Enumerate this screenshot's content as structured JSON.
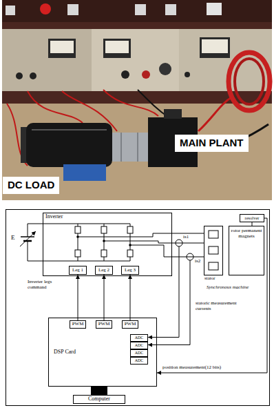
{
  "diagram": {
    "nodes": [
      {
        "text": [
          "Inverter"
        ]
      },
      {
        "text": [
          "Leg 1"
        ],
        "in": 0
      },
      {
        "text": [
          "Leg 2"
        ],
        "in": 0
      },
      {
        "text": [
          "Leg 3"
        ],
        "in": 0
      },
      {
        "text": [
          "resolver"
        ]
      },
      {
        "text": [
          "stator"
        ]
      },
      {
        "text": [
          "rotor permanent magnets"
        ]
      },
      {
        "text": [
          "DSP Card"
        ]
      },
      {
        "text": [
          "PWM"
        ],
        "in": 7
      },
      {
        "text": [
          "PWM"
        ],
        "in": 7
      },
      {
        "text": [
          "PWM"
        ],
        "in": 7
      },
      {
        "text": [
          "ADC"
        ],
        "in": 7
      },
      {
        "text": [
          "ADC"
        ],
        "in": 7
      },
      {
        "text": [
          "ADC"
        ],
        "in": 7
      },
      {
        "text": [
          "ADC"
        ],
        "in": 7
      },
      {
        "text": [
          "Computer"
        ]
      }
    ],
    "edges": [
      {
        "from": 8,
        "to": 1,
        "arrow": "to"
      },
      {
        "from": 9,
        "to": 2,
        "arrow": "to"
      },
      {
        "from": 10,
        "to": 3,
        "arrow": "to"
      },
      {
        "from": 0,
        "to": 5,
        "arrow": "none"
      },
      {
        "from": 0,
        "to": 5,
        "arrow": "none"
      },
      {
        "from": 0,
        "to": 5,
        "arrow": "none"
      },
      {
        "from": 7,
        "to": 15,
        "arrow": "none"
      },
      {
        "from": 6,
        "to": 4,
        "arrow": "none"
      },
      {
        "from": 4,
        "to": 7,
        "label": "position measurement(12 bits)",
        "arrow": "to"
      }
    ],
    "labels": [
      "DC LOAD",
      "MAIN PLANT",
      "E",
      "Inverter legs command",
      "is1",
      "is2",
      "Synchronous machine",
      "statoric measurement currents"
    ]
  }
}
